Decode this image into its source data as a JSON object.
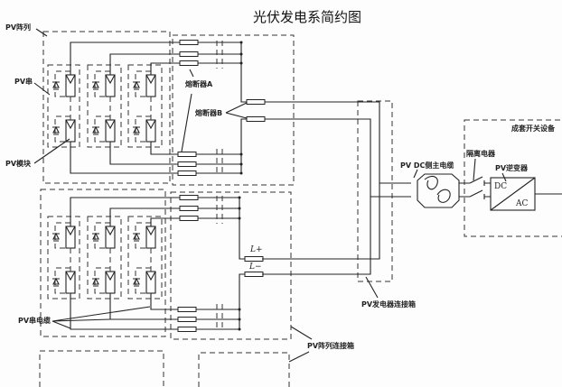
{
  "title": "光伏发电系简约图",
  "labels": {
    "pv_array": "PV阵列",
    "pv_string": "PV串",
    "pv_module": "PV模块",
    "fuse_a": "熔断器A",
    "fuse_b": "熔断器B",
    "l_plus": "L+",
    "l_minus": "L−",
    "pv_string_cable": "PV串电缆",
    "pv_array_junction_box": "PV阵列连接箱",
    "pv_generator_junction_box": "PV发电器连接箱",
    "pv_dc_main_cable": "PV DC侧主电缆",
    "isolator": "隔离电器",
    "pv_inverter": "PV逆变器",
    "dc": "DC",
    "ac": "AC",
    "switchgear": "成套开关设备"
  }
}
